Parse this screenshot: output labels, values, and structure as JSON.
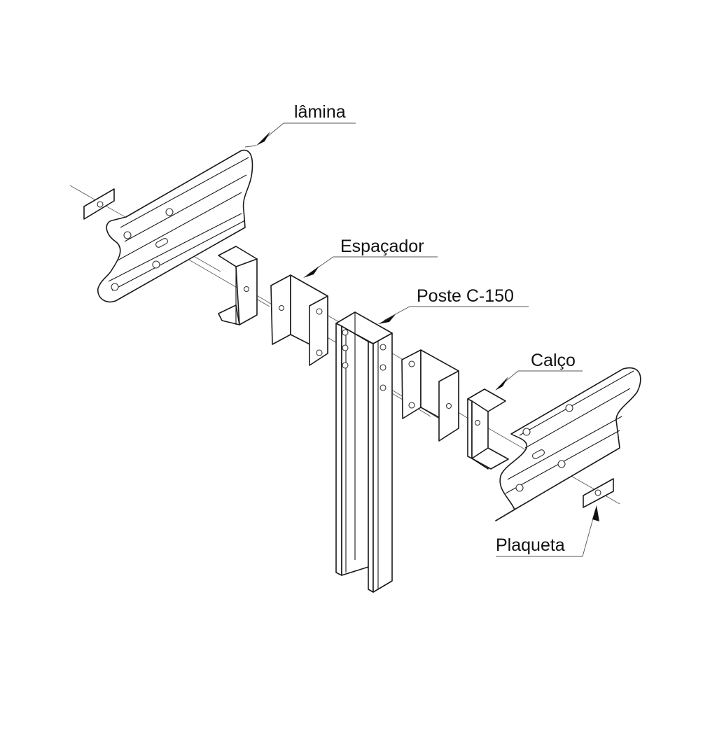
{
  "diagram": {
    "type": "exploded isometric assembly drawing",
    "subject": "highway guardrail (defensa metálica) assembly",
    "background_color": "#ffffff",
    "line_color": "#1a1a1a",
    "labels": {
      "lamina": "lâmina",
      "espacador": "Espaçador",
      "poste": "Poste C-150",
      "calco": "Calço",
      "plaqueta": "Plaqueta"
    },
    "components": [
      {
        "id": "plaqueta-left",
        "name": "Plaqueta",
        "description": "small rectangular washer plate, left"
      },
      {
        "id": "lamina-left",
        "name": "lâmina",
        "description": "W-beam rail segment, left"
      },
      {
        "id": "calco-left",
        "name": "Calço",
        "description": "C-shaped shim block, left"
      },
      {
        "id": "espacador-left",
        "name": "Espaçador",
        "description": "U-shaped spacer, left"
      },
      {
        "id": "poste",
        "name": "Poste C-150",
        "description": "vertical C-channel post"
      },
      {
        "id": "espacador-right",
        "name": "Espaçador",
        "description": "U-shaped spacer, right"
      },
      {
        "id": "calco-right",
        "name": "Calço",
        "description": "C-shaped shim block, right"
      },
      {
        "id": "lamina-right",
        "name": "lâmina",
        "description": "W-beam rail segment, right"
      },
      {
        "id": "plaqueta-right",
        "name": "Plaqueta",
        "description": "small rectangular washer plate, right"
      }
    ]
  }
}
